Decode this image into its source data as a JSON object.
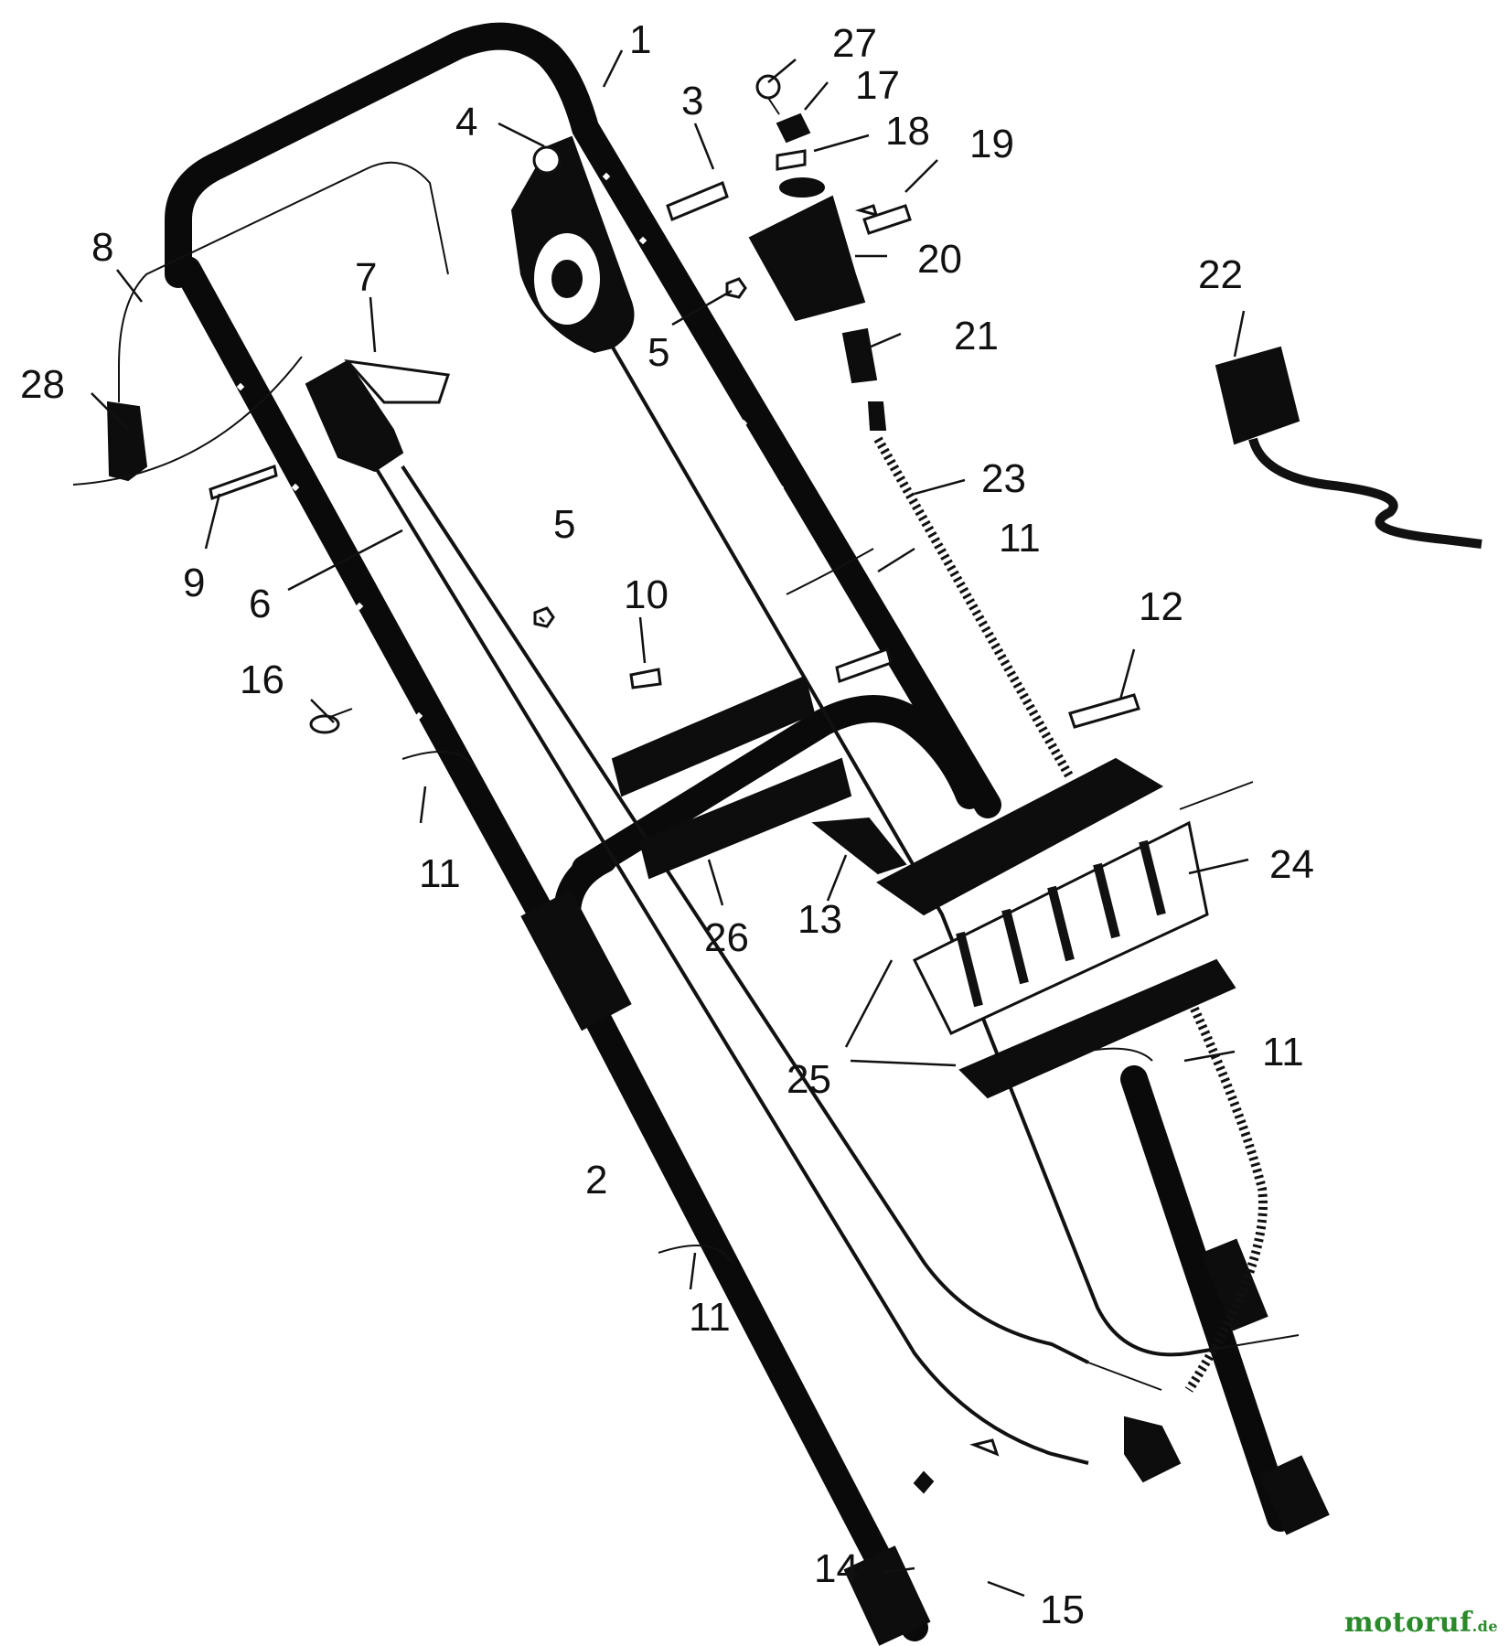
{
  "callouts": [
    {
      "id": "c1",
      "text": "1"
    },
    {
      "id": "c2",
      "text": "2"
    },
    {
      "id": "c3",
      "text": "3"
    },
    {
      "id": "c4",
      "text": "4"
    },
    {
      "id": "c5a",
      "text": "5"
    },
    {
      "id": "c5b",
      "text": "5"
    },
    {
      "id": "c6",
      "text": "6"
    },
    {
      "id": "c7",
      "text": "7"
    },
    {
      "id": "c8",
      "text": "8"
    },
    {
      "id": "c9",
      "text": "9"
    },
    {
      "id": "c10",
      "text": "10"
    },
    {
      "id": "c11a",
      "text": "11"
    },
    {
      "id": "c11b",
      "text": "11"
    },
    {
      "id": "c11c",
      "text": "11"
    },
    {
      "id": "c11d",
      "text": "11"
    },
    {
      "id": "c12",
      "text": "12"
    },
    {
      "id": "c13",
      "text": "13"
    },
    {
      "id": "c14",
      "text": "14"
    },
    {
      "id": "c15",
      "text": "15"
    },
    {
      "id": "c16",
      "text": "16"
    },
    {
      "id": "c17",
      "text": "17"
    },
    {
      "id": "c18",
      "text": "18"
    },
    {
      "id": "c19",
      "text": "19"
    },
    {
      "id": "c20",
      "text": "20"
    },
    {
      "id": "c21",
      "text": "21"
    },
    {
      "id": "c22",
      "text": "22"
    },
    {
      "id": "c23",
      "text": "23"
    },
    {
      "id": "c24",
      "text": "24"
    },
    {
      "id": "c25",
      "text": "25"
    },
    {
      "id": "c26",
      "text": "26"
    },
    {
      "id": "c27",
      "text": "27"
    },
    {
      "id": "c28",
      "text": "28"
    }
  ],
  "watermark": {
    "brand": "motoruf",
    "suffix": ".de",
    "colors": {
      "text": "#2a8a2a"
    }
  }
}
